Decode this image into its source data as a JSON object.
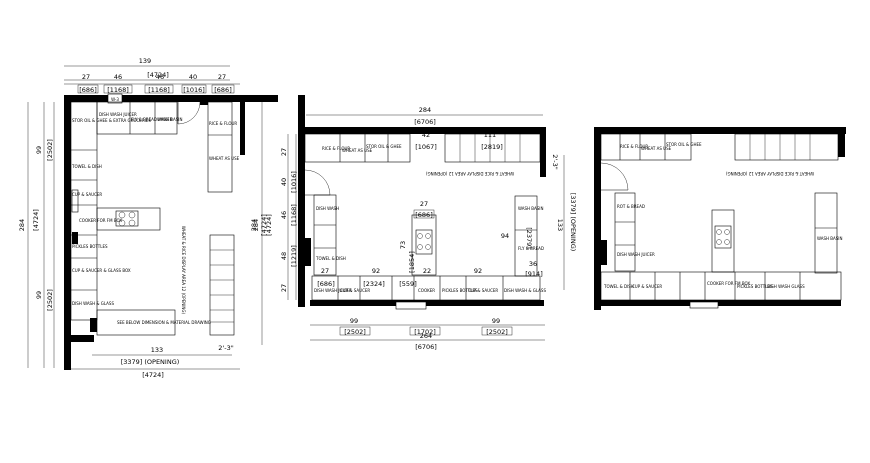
{
  "plan_left": {
    "top_overall": "139",
    "top_overall_mm": "[4724]",
    "top_segments": [
      "27",
      "46",
      "46",
      "40",
      "27"
    ],
    "top_segments_mm": [
      "[686]",
      "[1168]",
      "[1168]",
      "[1016]",
      "[686]"
    ],
    "left_overall": "284",
    "left_overall_mm": "[4724]",
    "left_segments": [
      "99",
      "99"
    ],
    "left_segments_mm": [
      "[2502]",
      "[2502]"
    ],
    "right_dim": "284",
    "right_dim_mm": "[4724]",
    "bottom_opening": "133",
    "bottom_opening_mm": "[3379] (OPENING)",
    "bottom_overall_mm": "[4724]",
    "opening_note": "2'-3\"",
    "labels": {
      "a1": "STOR OIL & GHEE & EXTRA GROCERIES",
      "a2": "DISH WASH JUICER",
      "a3": "FLY & BREAD MAKER",
      "a4": "WASH BASIN",
      "a5": "RICE & FLOUR",
      "a6": "WHEAT AS USE",
      "a7": "TOWEL & DISH",
      "a8": "CUP & SAUCER",
      "a9": "COOKER FOR FM BOX",
      "a10": "PICKLES BOTTLES",
      "a11": "CUP & SAUCER & GLASS BOX",
      "a12": "DISH WASH & GLASS",
      "a13": "SEE BELOW DIMENSION & MATERIAL DRAWING"
    }
  },
  "plan_mid": {
    "top_overall": "284",
    "top_overall_mm": "[6706]",
    "upper_run": "42",
    "upper_run_mm": "[1067]",
    "upper_run2": "111",
    "upper_run2_mm": "[2819]",
    "island_w": "27",
    "island_w_mm": "[686]",
    "island_h": "73",
    "island_h_mm": "[1854]",
    "left_segments": [
      "27",
      "40",
      "46",
      "48",
      "27"
    ],
    "left_segments_mm": [
      "[1016]",
      "[1168]",
      "[1219]"
    ],
    "left_overall": "284",
    "left_overall_mm": "[4724]",
    "right_dim": "133",
    "right_dim_mm": "[3379] (OPENING)",
    "right_note": "2'-3\"",
    "right_inner": "94",
    "right_inner_mm": "[2379]",
    "base_segments": [
      "27",
      "92",
      "22",
      "92",
      "36"
    ],
    "base_segments_mm": [
      "[686]",
      "[2324]",
      "[559]",
      "[914]"
    ],
    "bottom_segments": [
      "99",
      "99"
    ],
    "bottom_segments_mm": [
      "[2502]",
      "[1702]",
      "[2502]"
    ],
    "bottom_overall": "264",
    "bottom_overall_mm": "[6706]",
    "note": "WHEAT & RICE DISPLAY AREA 12 (OPENING)",
    "labels": {
      "m1": "RICE & FLOUR",
      "m2": "WHEAT AS USE",
      "m3": "STOR OIL & GHEE",
      "m4": "DISH WASH",
      "m5": "TOWEL & DISH",
      "m6": "DISH WASH JUICER",
      "m7": "CUP & SAUCER",
      "m8": "COOKER",
      "m9": "PICKLES BOTTLES",
      "m10": "CUP & SAUCER",
      "m11": "DISH WASH & GLASS",
      "m12": "FLY & BREAD",
      "m13": "WASH BASIN"
    }
  },
  "plan_right": {
    "note": "WHEAT & RICE DISPLAY AREA 12 (OPENING)",
    "labels": {
      "r1": "RICE & FLOUR",
      "r2": "WHEAT AS USE",
      "r3": "STOR OIL & GHEE",
      "r4": "ROT & BREAD",
      "r5": "DISH WASH JUICER",
      "r6": "CUP & SAUCER",
      "r7": "COOKER FOR FM BOX",
      "r8": "PICKLES BOTTLES",
      "r9": "DISH WASH GLASS",
      "r10": "TOWEL & DISH",
      "r11": "WASH BASIN"
    }
  }
}
